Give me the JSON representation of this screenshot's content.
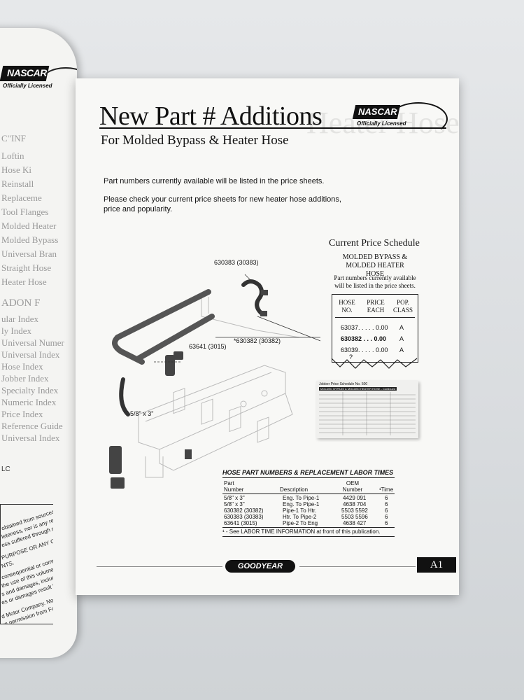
{
  "left_page": {
    "logo_text": "NASCAR",
    "logo_sub": "Officially Licensed",
    "fragments": [
      "C\"INF",
      "Loftin",
      "Hose Ki",
      "Reinstall",
      "Replaceme",
      "Tool Flanges",
      "Molded Heater",
      "Molded Bypass",
      "Universal Bran",
      "Straight Hose",
      "Heater Hose",
      "ADON F",
      "ular Index",
      "ly Index",
      "Universal Numer",
      "Universal Index",
      "Hose Index",
      "Jobber Index",
      "Specialty Index",
      "Numeric Index",
      "Price Index",
      "Reference Guide",
      "Universal Index"
    ],
    "lc": "LC",
    "disclaimer": [
      "obtained from sources generally",
      "leteness, nor is any responsibility",
      "ess suffered through reliance on",
      "PURPOSE OR ANY OTHER",
      "NTS.",
      "consequential or compensatory",
      "the use of this volume. Customer",
      "s and damages, including without",
      "es or damages result from the",
      "d Motor Company. No further",
      "en permission from Ford Motor"
    ]
  },
  "page": {
    "title": "New Part # Additions",
    "subtitle": "For Molded Bypass & Heater Hose",
    "ghost_text": "Heater Hose",
    "logo_text": "NASCAR",
    "logo_sub": "Officially Licensed",
    "intro_1": "Part numbers currently available will be listed in the price sheets.",
    "intro_2a": "Please check your current price sheets for new heater hose additions,",
    "intro_2b": "price and popularity."
  },
  "schedule": {
    "title": "Current Price Schedule",
    "sub_1": "MOLDED BYPASS &",
    "sub_2": "MOLDED HEATER HOSE",
    "note_1": "Part numbers currently available",
    "note_2": "will be listed in the price sheets.",
    "col_hose_1": "HOSE",
    "col_hose_2": "NO.",
    "col_price_1": "PRICE",
    "col_price_2": "EACH",
    "col_pop_1": "POP.",
    "col_pop_2": "CLASS",
    "rows": [
      {
        "part": "63037. . . . . 0.00",
        "class": "A"
      },
      {
        "part": "630382 . . . 0.00",
        "class": "A"
      },
      {
        "part": "63039. . . . . 0.00",
        "class": "A"
      }
    ],
    "question": "?"
  },
  "jobber": {
    "title": "Jobber Price Schedule No. 500",
    "subtitle": "MOLDED BYPASS & MOLDED HEATER HOSE - Continued"
  },
  "diagram_labels": {
    "label_top": "630383 (30383)",
    "label_mid": "*630382 (30382)",
    "label_elbow": "63641 (3015)",
    "label_size": "5/8\" x 3\""
  },
  "hose_table": {
    "title": "HOSE PART NUMBERS & REPLACEMENT LABOR TIMES",
    "col_part_1": "Part",
    "col_part_2": "Number",
    "col_desc": "Description",
    "col_oem_1": "OEM",
    "col_oem_2": "Number",
    "col_time": "¹Time",
    "rows": [
      {
        "part": "5/8\" x 3\"",
        "desc": "Eng. To Pipe-1",
        "oem": "4429 091",
        "time": "6"
      },
      {
        "part": "5/8\" x 3\"",
        "desc": "Eng. To Pipe-1",
        "oem": "4638 704",
        "time": "6"
      },
      {
        "part": "630382 (30382)",
        "desc": "Pipe-1 To Htr.",
        "oem": "5503 5592",
        "time": "6"
      },
      {
        "part": "630383 (30383)",
        "desc": "Htr. To Pipe-2",
        "oem": "5503 5596",
        "time": "6"
      },
      {
        "part": "63641 (3015)",
        "desc": "Pipe-2 To Eng",
        "oem": "4638 427",
        "time": "6"
      }
    ],
    "footnote": "¹ - See LABOR TIME INFORMATION at front of this publication."
  },
  "footer": {
    "brand": "GOODYEAR",
    "page_number": "A1"
  }
}
